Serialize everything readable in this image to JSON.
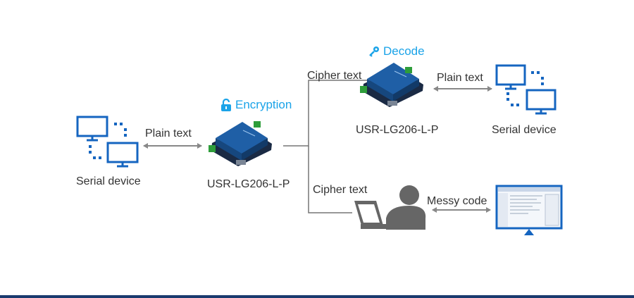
{
  "colors": {
    "accent": "#1aa3e8",
    "device_blue": "#1f5fa6",
    "monitor_blue": "#1565c0",
    "person_gray": "#666666",
    "line_gray": "#777777"
  },
  "left": {
    "device_label": "Serial device",
    "arrow_label": "Plain text",
    "icon": "serial-device-icon"
  },
  "gateway_left": {
    "badge": "Encryption",
    "badge_icon": "unlock-icon",
    "label": "USR-LG206-L-P"
  },
  "top_branch": {
    "line_label": "Cipher text",
    "badge": "Decode",
    "badge_icon": "key-icon",
    "gateway_label": "USR-LG206-L-P",
    "arrow_label": "Plain text",
    "device_label": "Serial device"
  },
  "bottom_branch": {
    "line_label": "Cipher text",
    "arrow_label": "Messy code",
    "person_icon": "hacker-laptop-icon",
    "monitor_icon": "monitor-garbled-icon"
  }
}
